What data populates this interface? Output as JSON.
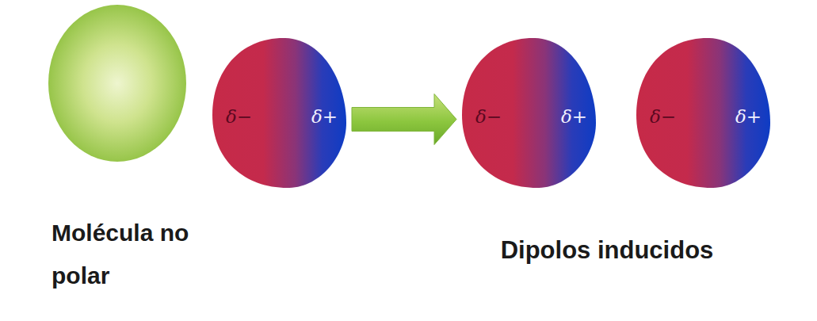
{
  "diagram": {
    "nodes": [
      {
        "text": [
          "Molécula no polar"
        ]
      },
      {
        "text": [
          "δ−",
          "δ+"
        ]
      },
      {
        "text": [
          "δ−",
          "δ+"
        ]
      },
      {
        "text": [
          "δ−",
          "δ+"
        ]
      }
    ],
    "edges": [
      {
        "from": 1,
        "to": 2,
        "arrow": "to"
      }
    ],
    "labels": [
      "Dipolos inducidos"
    ]
  }
}
